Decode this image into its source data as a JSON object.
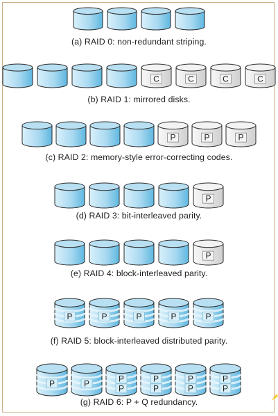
{
  "colors": {
    "data_disk_top": "#b8dff2",
    "data_disk_body_light": "#d9f0fb",
    "data_disk_body_dark": "#5fb7e0",
    "check_disk_body": "#e8e8e8",
    "outline": "#2a2a2a",
    "frame": "#c9b18a",
    "corner_accent": "#f2c300"
  },
  "rows": [
    {
      "caption": "(a) RAID 0: non-redundant striping.",
      "disks": [
        {
          "kind": "data",
          "label": ""
        },
        {
          "kind": "data",
          "label": ""
        },
        {
          "kind": "data",
          "label": ""
        },
        {
          "kind": "data",
          "label": ""
        }
      ]
    },
    {
      "caption": "(b) RAID 1: mirrored disks.",
      "disks": [
        {
          "kind": "data",
          "label": ""
        },
        {
          "kind": "data",
          "label": ""
        },
        {
          "kind": "data",
          "label": ""
        },
        {
          "kind": "data",
          "label": ""
        },
        {
          "kind": "check",
          "label": "C"
        },
        {
          "kind": "check",
          "label": "C"
        },
        {
          "kind": "check",
          "label": "C"
        },
        {
          "kind": "check",
          "label": "C"
        }
      ]
    },
    {
      "caption": "(c) RAID 2: memory-style error-correcting codes.",
      "disks": [
        {
          "kind": "data",
          "label": ""
        },
        {
          "kind": "data",
          "label": ""
        },
        {
          "kind": "data",
          "label": ""
        },
        {
          "kind": "data",
          "label": ""
        },
        {
          "kind": "check",
          "label": "P"
        },
        {
          "kind": "check",
          "label": "P"
        },
        {
          "kind": "check",
          "label": "P"
        }
      ]
    },
    {
      "caption": "(d) RAID 3: bit-interleaved parity.",
      "disks": [
        {
          "kind": "data",
          "label": ""
        },
        {
          "kind": "data",
          "label": ""
        },
        {
          "kind": "data",
          "label": ""
        },
        {
          "kind": "data",
          "label": ""
        },
        {
          "kind": "check",
          "label": "P"
        }
      ]
    },
    {
      "caption": "(e) RAID 4: block-interleaved parity.",
      "disks": [
        {
          "kind": "data",
          "label": ""
        },
        {
          "kind": "data",
          "label": ""
        },
        {
          "kind": "data",
          "label": ""
        },
        {
          "kind": "data",
          "label": ""
        },
        {
          "kind": "check",
          "label": "P"
        }
      ]
    },
    {
      "caption": "(f) RAID 5: block-interleaved distributed parity.",
      "disks": [
        {
          "kind": "striped",
          "label": "P"
        },
        {
          "kind": "striped",
          "label": "P"
        },
        {
          "kind": "striped",
          "label": "P"
        },
        {
          "kind": "striped",
          "label": "P"
        },
        {
          "kind": "striped",
          "label": "P"
        }
      ]
    },
    {
      "caption": "(g) RAID 6: P + Q redundancy.",
      "disks": [
        {
          "kind": "striped",
          "label": "P"
        },
        {
          "kind": "striped",
          "label": "P"
        },
        {
          "kind": "striped",
          "label": "P\nP"
        },
        {
          "kind": "striped",
          "label": "P\nP"
        },
        {
          "kind": "striped",
          "label": "P\nP"
        },
        {
          "kind": "striped",
          "label": "P\nP"
        }
      ]
    }
  ]
}
